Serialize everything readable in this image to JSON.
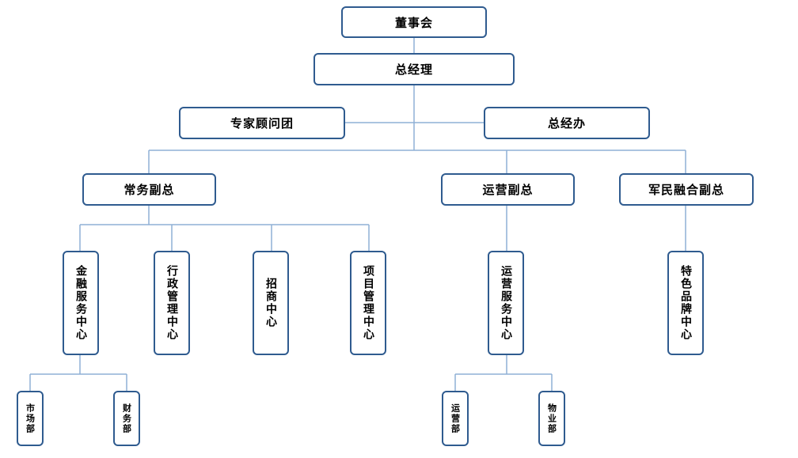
{
  "chart": {
    "board": "董事会",
    "gm": "总经理",
    "experts": "专家顾问团",
    "gm_office": "总经办",
    "vp_exec": "常务副总",
    "vp_ops": "运营副总",
    "vp_military": "军民融合副总",
    "finance_center": "金融服务中心",
    "admin_center": "行政管理中心",
    "invest_center": "招商中心",
    "project_center": "项目管理中心",
    "ops_center": "运营服务中心",
    "brand_center": "特色品牌中心",
    "market_dept": "市场部",
    "finance_dept": "财务部",
    "ops_dept": "运营部",
    "property_dept": "物业部"
  }
}
